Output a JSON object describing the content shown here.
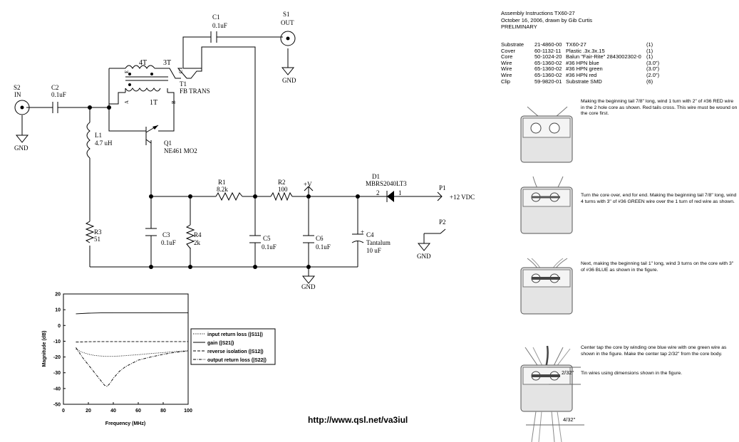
{
  "schematic": {
    "c1": {
      "ref": "C1",
      "value": "0.1uF"
    },
    "s1": {
      "ref": "S1",
      "name": "OUT"
    },
    "gnd": "GND",
    "t1": {
      "ref": "T1",
      "type": "FB TRANS",
      "w4": "4T",
      "w3": "3T",
      "w1": "1T",
      "pinA": "A",
      "pinB": "B",
      "pinC": "C",
      "pinE": "E"
    },
    "s2": {
      "ref": "S2",
      "name": "IN"
    },
    "c2": {
      "ref": "C2",
      "value": "0.1uF"
    },
    "l1": {
      "ref": "L1",
      "value": "4.7 uH"
    },
    "q1": {
      "ref": "Q1",
      "part": "NE461 MO2"
    },
    "r1": {
      "ref": "R1",
      "value": "8.2k"
    },
    "r2": {
      "ref": "R2",
      "value": "100"
    },
    "vplus": "+V",
    "d1": {
      "ref": "D1",
      "part": "MBRS2040LT3",
      "pin2": "2",
      "pin1": "1"
    },
    "p1": {
      "ref": "P1",
      "label": "+12 VDC"
    },
    "p2": {
      "ref": "P2"
    },
    "r3": {
      "ref": "R3",
      "value": "51"
    },
    "c3": {
      "ref": "C3",
      "value": "0.1uF"
    },
    "r4": {
      "ref": "R4",
      "value": "2k"
    },
    "c5": {
      "ref": "C5",
      "value": "0.1uF"
    },
    "c6": {
      "ref": "C6",
      "value": "0.1uF"
    },
    "c4": {
      "ref": "C4",
      "value": "10 uF",
      "type": "Tantalum",
      "plus": "+"
    }
  },
  "assembly": {
    "title": "Assembly Instructions TX60-27",
    "date_line": "October 16, 2006,  drawn by Gib Curtis",
    "status": "PRELIMINARY",
    "parts": [
      {
        "item": "Substrate",
        "pn": "21-4860-00",
        "desc": "TX60-27",
        "qty": "(1)"
      },
      {
        "item": "Cover",
        "pn": "60-1132-11",
        "desc": "Plastic .3x.3x.15",
        "qty": "(1)"
      },
      {
        "item": "Core",
        "pn": "50-1024-20",
        "desc": "Balun \"Fair-Rite\" 2843002302-0",
        "qty": "(1)"
      },
      {
        "item": "Wire",
        "pn": "65-1360-02",
        "desc": "#36 HPN blue",
        "qty": "(3.0\")"
      },
      {
        "item": "Wire",
        "pn": "65-1360-02",
        "desc": "#36 HPN green",
        "qty": "(3.0\")"
      },
      {
        "item": "Wire",
        "pn": "65-1360-02",
        "desc": "#36 HPN red",
        "qty": "(2.0\")"
      },
      {
        "item": "Clip",
        "pn": "59-9820-01",
        "desc": "Substrate SMD",
        "qty": "(6)"
      }
    ],
    "steps": [
      "Making the beginning tail 7/8\" long, wind 1  turn with 2\" of #36 RED wire in the 2 hole core as shown. Red tails cross. This wire must be wound on the core first.",
      "Turn the core over, end for end. Making the beginning tail 7/8\" long, wind 4 turns with 3\" of #36 GREEN wire over the 1 turn of red wire as shown.",
      "Next, making the beginning tail 1\" long, wind 3 turns on the core with 3\" of #36 BLUE as shown in the figure.",
      "Center tap the core by winding one blue wire with one green wire as shown in the figure. Make the center tap 2/32\" from the core body."
    ],
    "step4_note": "Tin wires using dimensions shown in the figure.",
    "dim_top": "2/32\"",
    "dim_bottom": "4/32\""
  },
  "chart_data": {
    "type": "line",
    "xlabel": "Frequency (MHz)",
    "ylabel": "Magnitude (dB)",
    "xlim": [
      0,
      100
    ],
    "ylim": [
      -50,
      20
    ],
    "xticks": [
      "0",
      "20",
      "40",
      "60",
      "80",
      "100"
    ],
    "yticks": [
      "20",
      "10",
      "0",
      "-10",
      "-20",
      "-30",
      "-40",
      "-50"
    ],
    "grid": false,
    "legend": "right",
    "series": [
      {
        "name": "input return loss (|S11|)",
        "style": "dotted",
        "x": [
          10,
          15,
          20,
          25,
          30,
          35,
          40,
          45,
          50,
          60,
          70,
          80,
          90,
          100
        ],
        "y": [
          -15,
          -17,
          -18.2,
          -19,
          -19.4,
          -19.6,
          -19.6,
          -19.4,
          -19.1,
          -18.5,
          -17.8,
          -17.2,
          -16.5,
          -16
        ]
      },
      {
        "name": "gain (|S21|)",
        "style": "solid",
        "x": [
          10,
          20,
          30,
          40,
          50,
          60,
          70,
          80,
          90,
          100
        ],
        "y": [
          7.4,
          7.8,
          8,
          8.1,
          8.1,
          8.1,
          8.1,
          8,
          8,
          8
        ]
      },
      {
        "name": "reverse isolation (|S12|)",
        "style": "dashed",
        "x": [
          10,
          20,
          30,
          40,
          50,
          60,
          70,
          80,
          90,
          100
        ],
        "y": [
          -10.5,
          -10.3,
          -10.2,
          -10.2,
          -10.2,
          -10.2,
          -10.2,
          -10.2,
          -10.2,
          -10.2
        ]
      },
      {
        "name": "output return loss (|S22|)",
        "style": "dashdot",
        "x": [
          10,
          15,
          20,
          25,
          30,
          33,
          35,
          37,
          40,
          45,
          50,
          60,
          70,
          80,
          90,
          100
        ],
        "y": [
          -14,
          -20,
          -25,
          -30,
          -35,
          -38,
          -38.6,
          -37,
          -33.5,
          -29,
          -26,
          -22,
          -20,
          -18.3,
          -17,
          -16.2
        ]
      }
    ]
  },
  "footer": {
    "url": "http://www.qsl.net/va3iul"
  }
}
